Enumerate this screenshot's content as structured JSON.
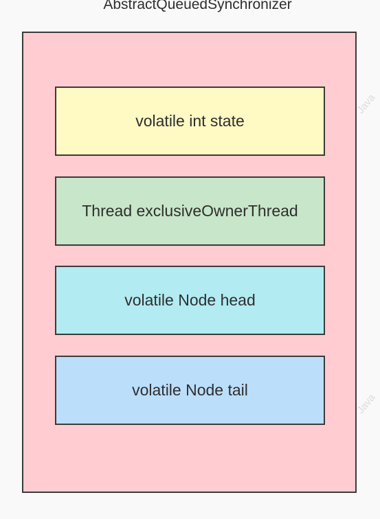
{
  "diagram": {
    "title": "AbstractQueuedSynchronizer",
    "fields": [
      {
        "label": "volatile int state",
        "color": "#fff9c4"
      },
      {
        "label": "Thread exclusiveOwnerThread",
        "color": "#c8e6c9"
      },
      {
        "label": "volatile Node head",
        "color": "#b2ebf2"
      },
      {
        "label": "volatile Node tail",
        "color": "#bbdefb"
      }
    ],
    "container_color": "#ffccd1",
    "watermark": "Java"
  }
}
